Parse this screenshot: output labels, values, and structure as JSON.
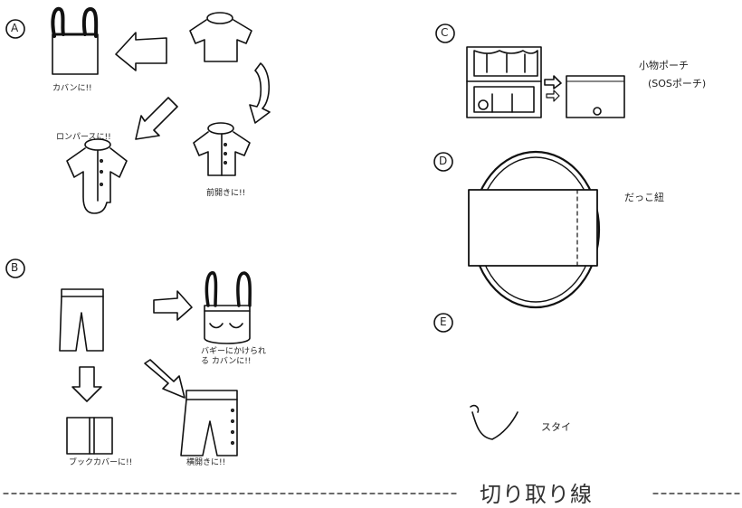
{
  "sections": {
    "a": {
      "label": "A",
      "captions": {
        "bag": "カバンに!!",
        "front_open": "前開きに!!",
        "rompers": "ロンパースに!!"
      }
    },
    "b": {
      "label": "B",
      "captions": {
        "stroller_bag": "バギーにかけられる カバンに!!",
        "book_cover": "ブックカバーに!!",
        "side_open": "横開きに!!"
      }
    },
    "c": {
      "label": "C",
      "captions": {
        "pouch_line1": "小物ポーチ",
        "pouch_line2": "(SOSポーチ)"
      }
    },
    "d": {
      "label": "D",
      "captions": {
        "sling": "だっこ紐"
      }
    },
    "e": {
      "label": "E",
      "captions": {
        "bib": "スタイ"
      }
    }
  },
  "cut_line_label": "切り取り線"
}
